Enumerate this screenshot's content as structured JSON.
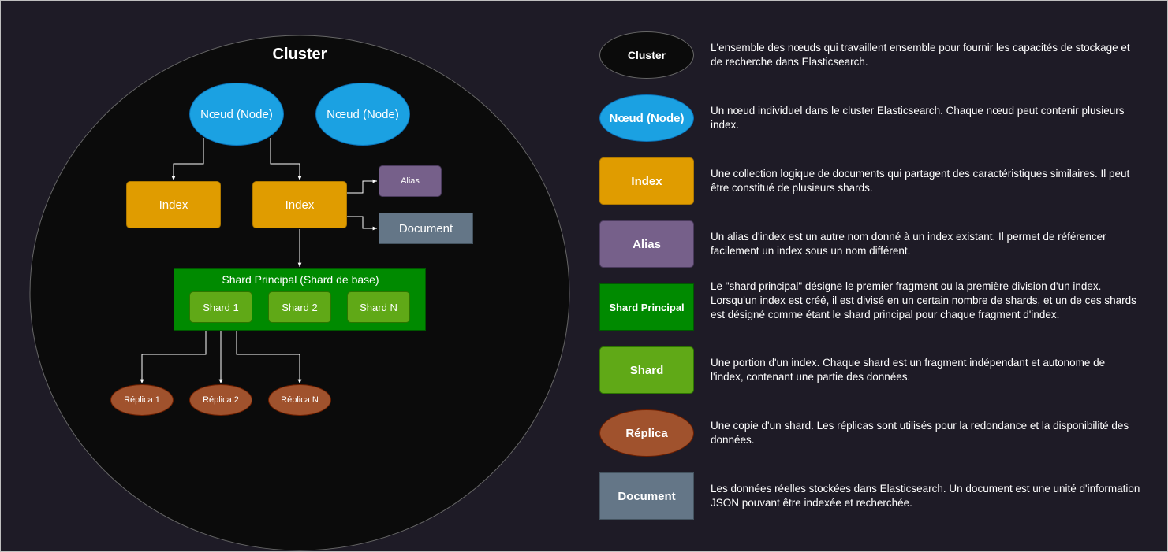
{
  "diagram": {
    "cluster_title": "Cluster",
    "nodes": [
      "Nœud (Node)",
      "Nœud (Node)"
    ],
    "indices": [
      "Index",
      "Index"
    ],
    "alias": "Alias",
    "document": "Document",
    "shard_principal_title": "Shard Principal (Shard de base)",
    "shards": [
      "Shard 1",
      "Shard 2",
      "Shard N"
    ],
    "replicas": [
      "Réplica 1",
      "Réplica 2",
      "Réplica N"
    ]
  },
  "legend": [
    {
      "label": "Cluster",
      "description": "L'ensemble des nœuds qui travaillent ensemble pour fournir les capacités de stockage et de recherche dans Elasticsearch."
    },
    {
      "label": "Nœud (Node)",
      "description": "Un nœud individuel dans le cluster Elasticsearch. Chaque nœud peut contenir plusieurs index."
    },
    {
      "label": "Index",
      "description": "Une collection logique de documents qui partagent des caractéristiques similaires. Il peut être constitué de plusieurs shards."
    },
    {
      "label": "Alias",
      "description": "Un alias d'index est un autre nom donné à un index existant. Il permet de référencer facilement un index sous un nom différent."
    },
    {
      "label": "Shard Principal",
      "description": "Le \"shard principal\" désigne le premier fragment ou la première division d'un index. Lorsqu'un index est créé, il est divisé en un certain nombre de shards, et un de ces shards est désigné comme étant le shard principal pour chaque fragment d'index."
    },
    {
      "label": "Shard",
      "description": "Une portion d'un index. Chaque shard est un fragment indépendant et autonome de l'index, contenant une partie des données."
    },
    {
      "label": "Réplica",
      "description": "Une copie d'un shard. Les réplicas sont utilisés pour la redondance et la disponibilité des données."
    },
    {
      "label": "Document",
      "description": "Les données réelles stockées dans Elasticsearch. Un document est une unité d'information JSON pouvant être indexée et recherchée."
    }
  ],
  "colors": {
    "background": "#1e1b26",
    "cluster_fill": "#0b0b0b",
    "node": "#1ba1e2",
    "index": "#e09c00",
    "alias": "#76608a",
    "document": "#647687",
    "shard_principal": "#008a00",
    "shard": "#60a917",
    "replica": "#a0522d",
    "connector": "#ffffff"
  }
}
